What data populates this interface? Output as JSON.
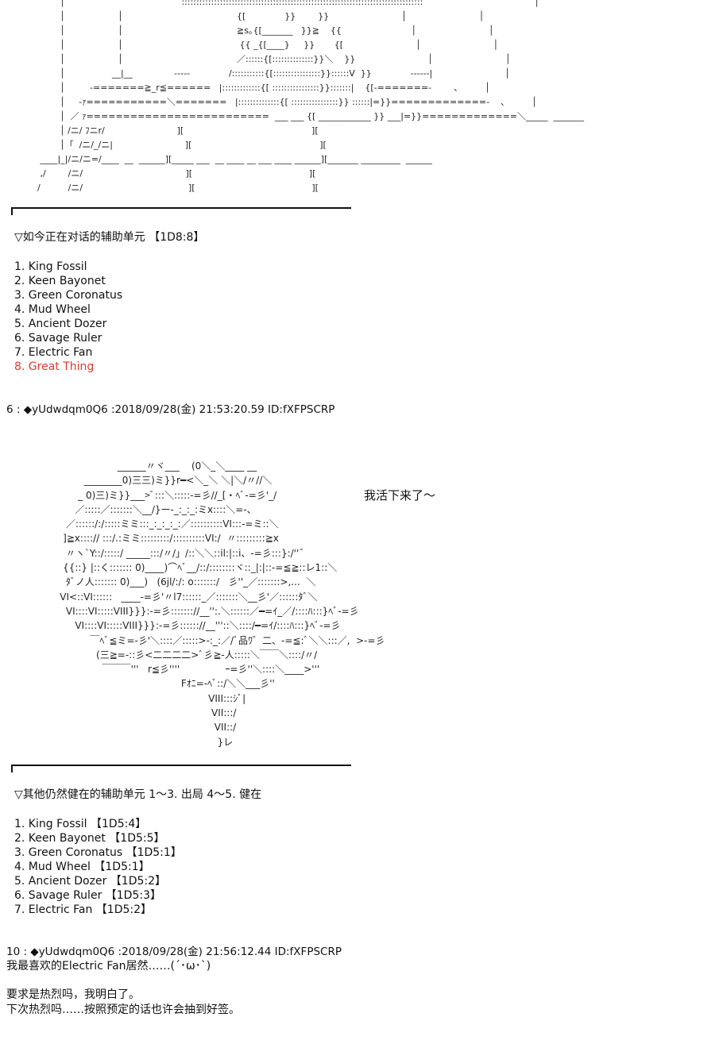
{
  "art_top": "          │                                          ::::::::::::::::::::::::::::::::::::::::::::::::::::::::::::::::::::::::::::::::::                                        │\n          │                   │                                         {[              }}        }}                          │                          │\n          │                   │                                         ≧s｡{[_______   }}≧    {{                         │                          │\n          │                   │                                          {{ _{[____}     }}       {[                          │                          │\n          │                   │                                         ／::::::{[::::::::::::::}}＼    }}                          │                          │\n          │                 __|__               -----              /:::::::::::{[::::::::::::::::}}::::::V  }}              ------|                          │\n          │         -=======≧_r≦======   |:::::::::::::{[ ::::::::::::::::}}:::::::|    {[-=======-        、        │\n          │     -ｧ===========＼=======   |::::::::::::::{[ ::::::::::::::::}} ::::::|=}}=============-    、        │\n          │  ／ ｧ=========================  ___ ___ {[ ____________ }} ___|=}}=============＼_____  _______\n          │ /ニ/ ﾌニr/                          ][                                              ][\n          │「  /ニ/_/ニ|                          ][                                              ][\n   ____|_|/ニ/ニ=/____  __  ______][_____ ___  __ ____ __ ___ ____ ______][_______ _________  ______\n   ,/        /ニ/                                     ][                                          ][\n  /          /ニ/                                      ][                                          ][",
  "section1": {
    "heading": "▽如今正在对话的辅助单元 【1D8:8】",
    "items": [
      {
        "label": "1. King Fossil",
        "highlighted": false
      },
      {
        "label": "2. Keen Bayonet",
        "highlighted": false
      },
      {
        "label": "3. Green Coronatus",
        "highlighted": false
      },
      {
        "label": "4. Mud Wheel",
        "highlighted": false
      },
      {
        "label": "5. Ancient Dozer",
        "highlighted": false
      },
      {
        "label": "6. Savage Ruler",
        "highlighted": false
      },
      {
        "label": "7. Electric Fan",
        "highlighted": false
      },
      {
        "label": "8. Great Thing",
        "highlighted": true
      }
    ],
    "highlight_color": "#e03a2e"
  },
  "post6": {
    "header": "6 : ◆yUdwdqm0Q6 :2018/09/28(金) 21:53:20.59 ID:fXFPSCRP",
    "art": "                       ______〃ヾ___    (0＼_＼____ __\n            ________0)三三)ミ}}r━<＼_＼ ＼|＼/〃//＼\n          _ 0)三)ミ}}___>ﾞ:::＼:::::-=彡//_[・ﾍﾞ-=彡'_/\n         ／:::::／:::::::＼__/}ー-_:_:_:ミx::::＼=-、\n      ／::::::/:/:::::ミミ:::_:_:_:_:／::::::::::VI:::-=ミ::＼\n     ]≧x::::// :::/.:ミミ:::::::::/::::::::::VI:/  〃:::::::::≧x\n      〃ヽ`Y::/:::::/ _____:::/〃/」/::＼＼::il:|::i、-=彡:::}:/''¯\n     {{::} |::く::::::: 0)____)⌒ﾍﾞ__/::/::::::::ヾ::_|:|::-=≦≧::レ1::＼\n      ﾀﾞノ人::::::: 0)___)   (6jl/:/: o:::::::/   彡''_／:::::::>,...  ＼\n    VI<::VI::::::   ____-=彡'〃l7::::::_／:::::::＼__彡'／::::::ﾀﾞ＼\n      VI::::VI:::::VIII}}}:-=彡::::::://__'':.＼::::::／━=ｲ_／/::::ﾊ:::}ﾍﾞ-=彡\n         VI::::VI:::::VIII}}}:-=彡:::::://__'''::＼::::/━=ｲ/::::ﾊ:::}ﾍﾞ-=彡\n              ￣ﾍﾞ≦ミ=-彡'＼::::／:::::>-:_:／/ﾞ品ﾜ゛二、-=≦:ﾞ＼＼:::／,  >-=彡\n                (三≧=-::彡<二二二二>ﾞ彡≧-人:::::＼￣￣＼::::/〃/\n                  ￣￣￣'''   r≦彡''''               ｰ=彡''＼::::＼____>'''\n                                            Fｵﾆ=-ﾍﾞ::/＼＼___彡''\n                                                     VIII:::ｼﾞ|\n                                                      VII:::/\n                                                       VII::/\n                                                        }レ",
    "speech": "我活下来了～"
  },
  "section2": {
    "heading": "▽其他仍然健在的辅助单元 1～3. 出局 4～5. 健在",
    "items": [
      "1. King Fossil 【1D5:4】",
      "2. Keen Bayonet 【1D5:5】",
      "3. Green Coronatus 【1D5:1】",
      "4. Mud Wheel 【1D5:1】",
      "5. Ancient Dozer 【1D5:2】",
      "6. Savage Ruler 【1D5:3】",
      "7. Electric Fan 【1D5:2】"
    ]
  },
  "post10": {
    "header": "10 : ◆yUdwdqm0Q6 :2018/09/28(金) 21:56:12.44 ID:fXFPSCRP",
    "line1": "我最喜欢的Electric Fan居然……(´･ω･`)",
    "line2": "要求是热烈吗，我明白了。",
    "line3": "下次热烈吗……按照预定的话也许会抽到好签。"
  }
}
